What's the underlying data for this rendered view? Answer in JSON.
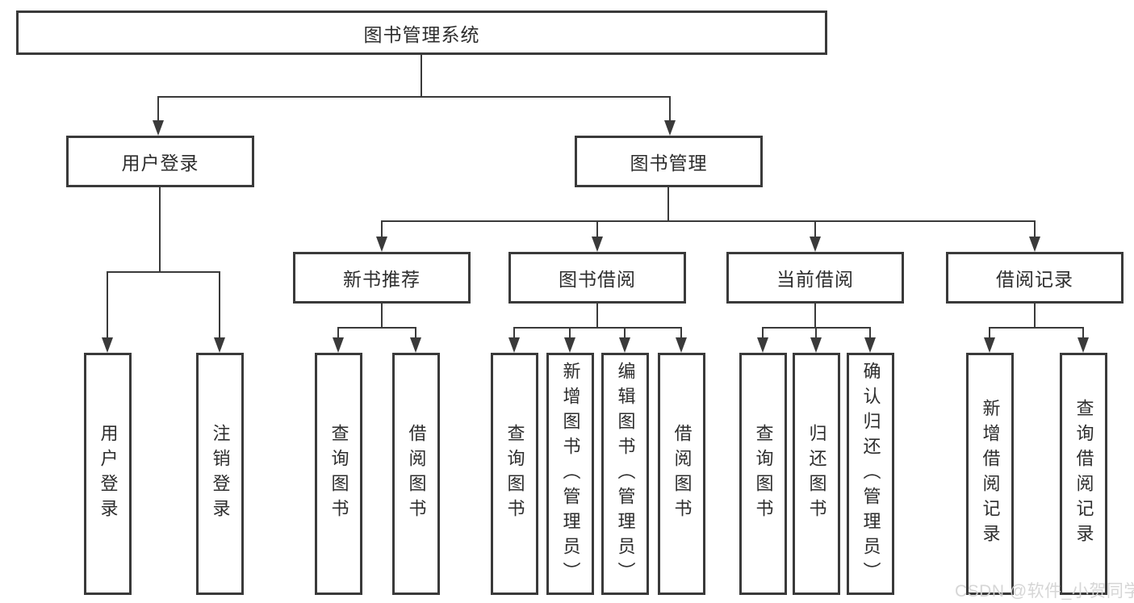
{
  "diagram": {
    "root": {
      "label": "图书管理系统",
      "children": [
        {
          "label": "用户登录",
          "children": [
            {
              "label": "用户登录"
            },
            {
              "label": "注销登录"
            }
          ]
        },
        {
          "label": "图书管理",
          "children": [
            {
              "label": "新书推荐",
              "children": [
                {
                  "label": "查询图书"
                },
                {
                  "label": "借阅图书"
                }
              ]
            },
            {
              "label": "图书借阅",
              "children": [
                {
                  "label": "查询图书"
                },
                {
                  "label": "新增图书（管理员）"
                },
                {
                  "label": "编辑图书（管理员）"
                },
                {
                  "label": "借阅图书"
                }
              ]
            },
            {
              "label": "当前借阅",
              "children": [
                {
                  "label": "查询图书"
                },
                {
                  "label": "归还图书"
                },
                {
                  "label": "确认归还（管理员）"
                }
              ]
            },
            {
              "label": "借阅记录",
              "children": [
                {
                  "label": "新增借阅记录"
                },
                {
                  "label": "查询借阅记录"
                }
              ]
            }
          ]
        }
      ]
    }
  },
  "watermark": {
    "text": "CSDN @软件_小贺同学"
  },
  "colors": {
    "line": "#3a3a3a",
    "text": "#2d2d2d",
    "background": "#ffffff",
    "watermark": "#d3d3d3"
  }
}
